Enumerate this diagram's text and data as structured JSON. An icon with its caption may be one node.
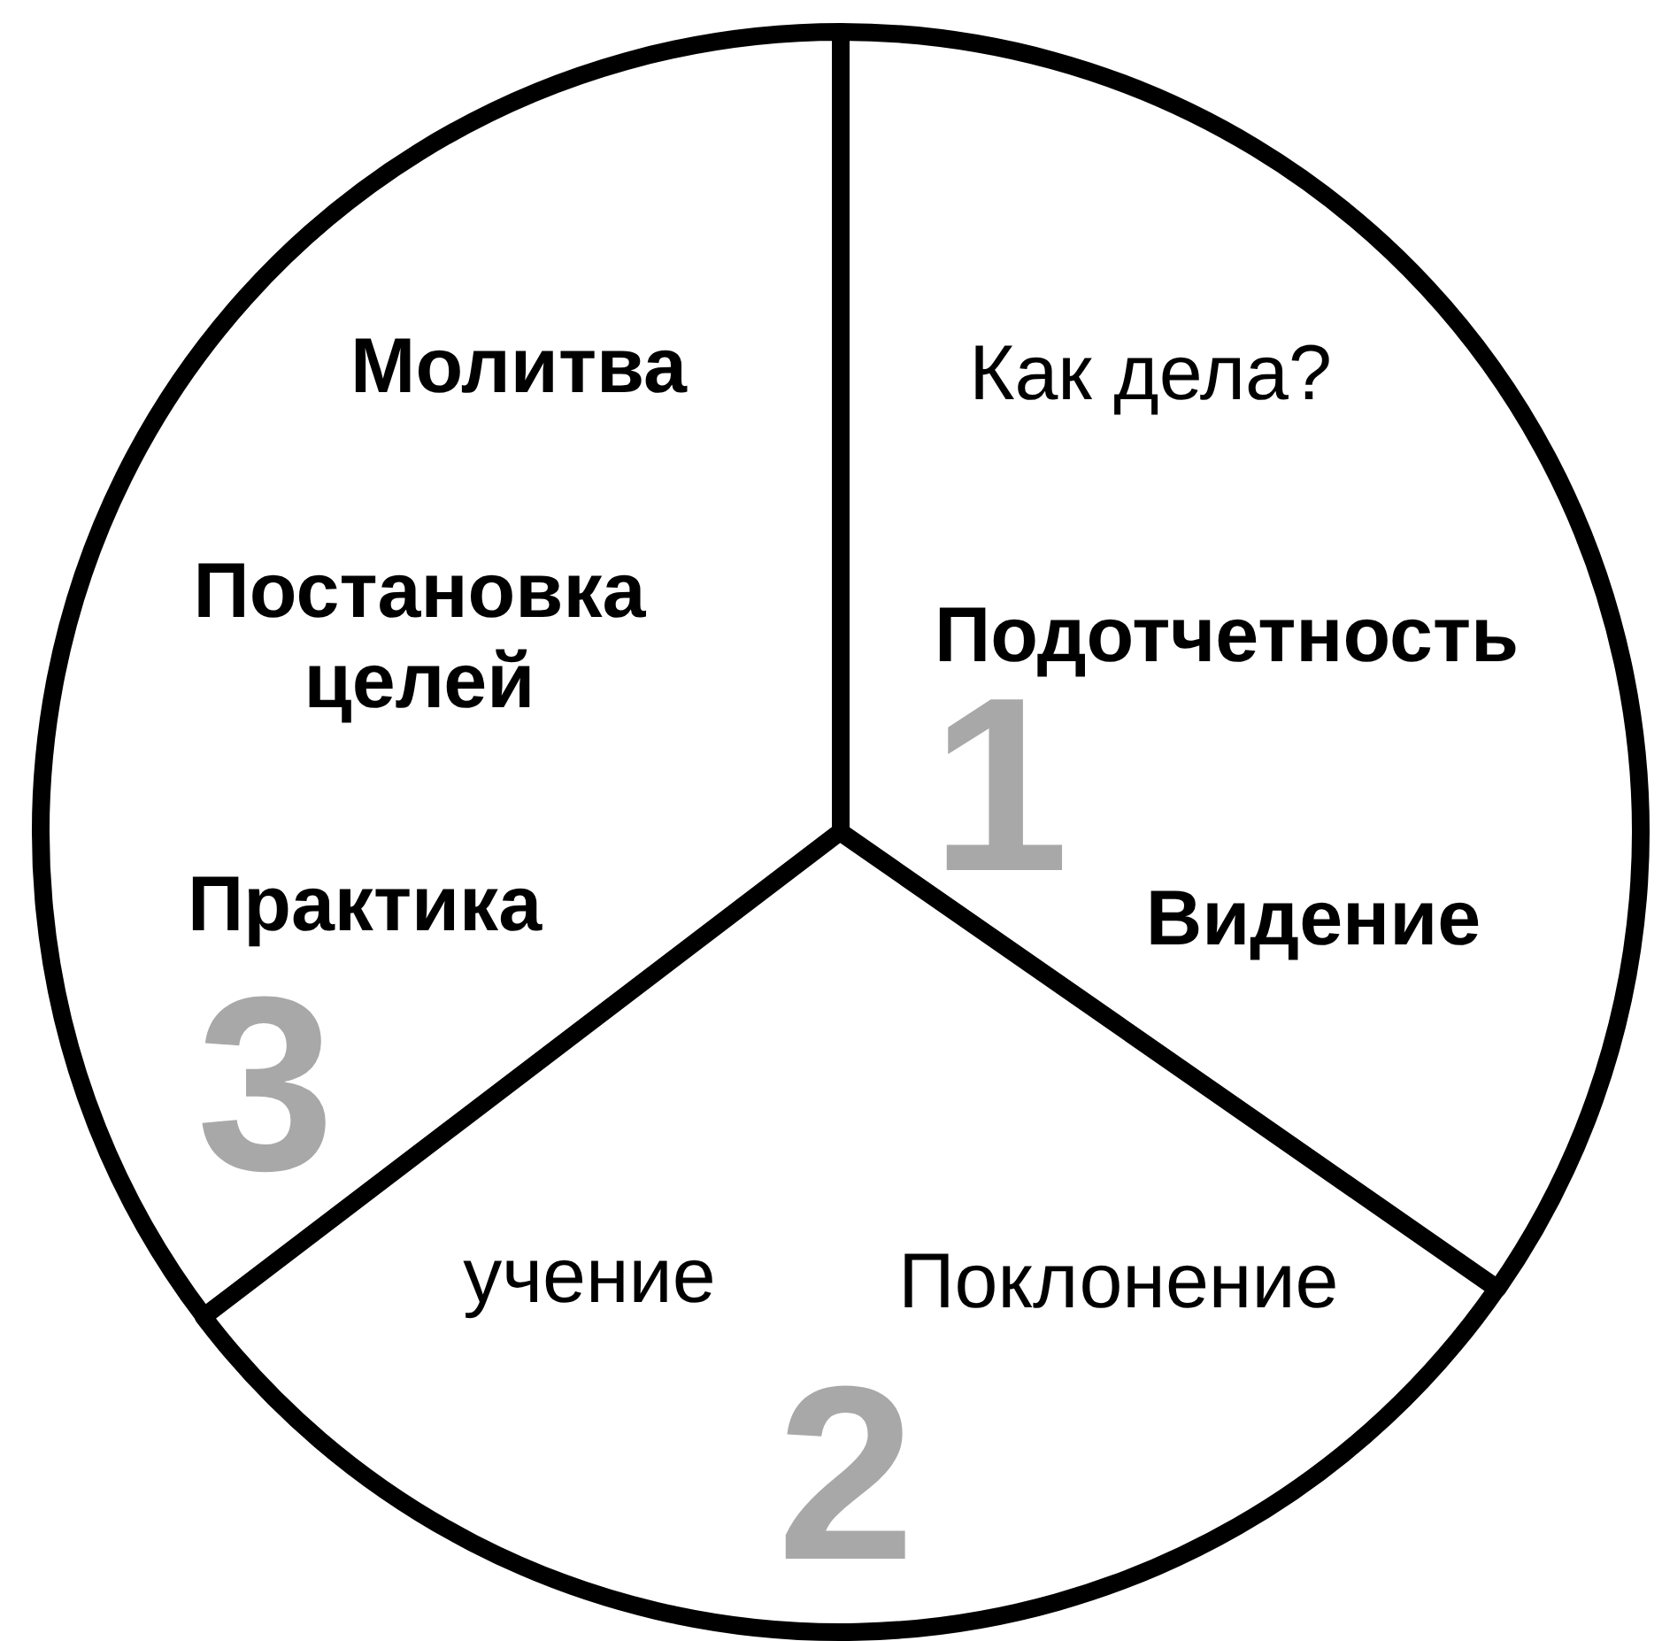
{
  "diagram": {
    "nodes": [
      {
        "text": [
          "Молитва",
          "Постановка целей",
          "Практика",
          "3"
        ]
      },
      {
        "text": [
          "Как дела?",
          "Подотчетность",
          "1",
          "Видение"
        ]
      },
      {
        "text": [
          "учение",
          "Поклонение",
          "2"
        ]
      }
    ]
  }
}
